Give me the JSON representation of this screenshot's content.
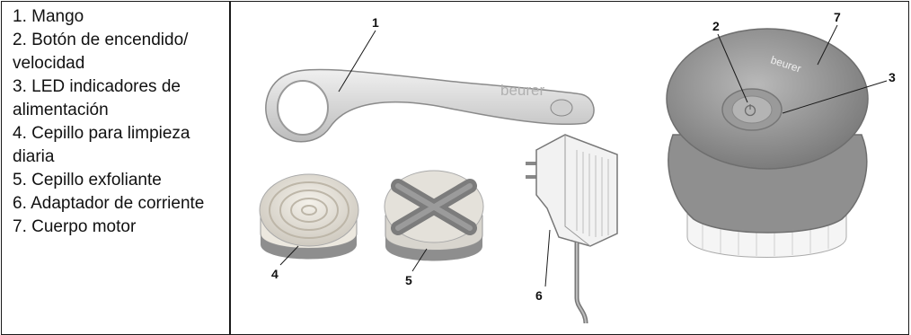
{
  "legend": {
    "items": [
      "1. Mango",
      "2. Botón de encendido/\nvelocidad",
      "3. LED indicadores de alimentación",
      "4. Cepillo para limpieza diaria",
      "5. Cepillo exfoliante",
      "6. Adaptador de corriente",
      "7. Cuerpo motor"
    ]
  },
  "illustration": {
    "brand": "beurer",
    "callouts": [
      "1",
      "2",
      "3",
      "4",
      "5",
      "6",
      "7"
    ]
  }
}
